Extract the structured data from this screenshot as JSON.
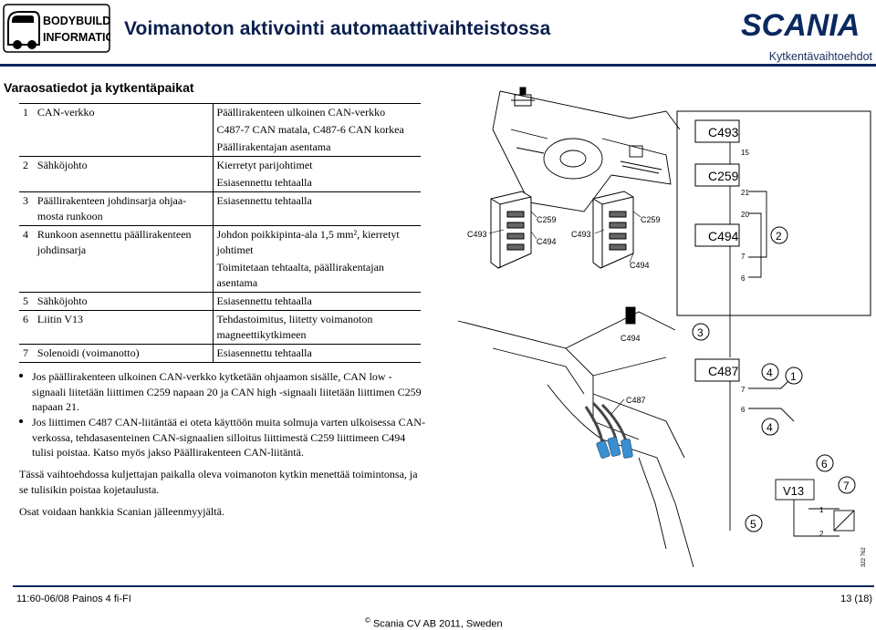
{
  "header": {
    "logo_left_text": [
      "BODYBUILDING",
      "INFORMATION"
    ],
    "title": "Voimanoton aktivointi automaattivaihteistossa",
    "logo_right_text": "SCANIA",
    "section": "Kytkentävaihtoehdot"
  },
  "section_heading": "Varaosatiedot ja kytkentäpaikat",
  "table": {
    "rows": [
      {
        "num": "1",
        "name": "CAN-verkko",
        "desc": "Päällirakenteen ulkoinen CAN-verkko"
      },
      {
        "num": "",
        "name": "",
        "desc": "C487-7 CAN matala, C487-6 CAN korkea"
      },
      {
        "num": "",
        "name": "",
        "desc": "Päällirakentajan asentama"
      },
      {
        "num": "2",
        "name": "Sähköjohto",
        "desc": "Kierretyt parijohtimet"
      },
      {
        "num": "",
        "name": "",
        "desc": "Esiasennettu tehtaalla"
      },
      {
        "num": "3",
        "name": "Päällirakenteen johdinsarja ohjaa-mosta runkoon",
        "desc": "Esiasennettu tehtaalla"
      },
      {
        "num": "4",
        "name": "Runkoon asennettu päällirakenteen johdinsarja",
        "desc": "Johdon poikkipinta-ala 1,5 mm², kierretyt johtimet"
      },
      {
        "num": "",
        "name": "",
        "desc": "Toimitetaan tehtaalta, päällirakentajan asentama"
      },
      {
        "num": "5",
        "name": "Sähköjohto",
        "desc": "Esiasennettu tehtaalla"
      },
      {
        "num": "6",
        "name": "Liitin V13",
        "desc": "Tehdastoimitus, liitetty voimanoton magneettikytkimeen"
      },
      {
        "num": "7",
        "name": "Solenoidi (voimanotto)",
        "desc": "Esiasennettu tehtaalla"
      }
    ]
  },
  "bullets": [
    "Jos päällirakenteen ulkoinen CAN-verkko kytketään ohjaamon sisälle, CAN low -signaali liitetään liittimen C259 napaan 20 ja CAN high -signaali liitetään liittimen C259 napaan 21.",
    "Jos liittimen C487 CAN-liitäntää ei oteta käyttöön muita solmuja varten ulkoisessa CAN-verkossa, tehdasasenteinen CAN-signaalien silloitus liittimestä C259 liittimeen C494 tulisi poistaa. Katso myös jakso Päällirakenteen CAN-liitäntä."
  ],
  "paragraphs": [
    "Tässä vaihtoehdossa kuljettajan paikalla oleva voimanoton kytkin menettää toimintonsa, ja se tulisikin poistaa kojetaulusta.",
    "Osat voidaan hankkia Scanian jälleenmyyjältä."
  ],
  "footer": {
    "left": "11:60-06/08 Painos 4 fi-FI",
    "right": "13 (18)",
    "copyright": "Scania CV AB 2011, Sweden"
  },
  "diagram": {
    "connectors": {
      "c493": "C493",
      "c259": "C259",
      "c494": "C494",
      "c487": "C487",
      "v13": "V13"
    },
    "pins": {
      "p15": "15",
      "p21": "21",
      "p20": "20",
      "p7": "7",
      "p6": "6",
      "c487_p7": "7",
      "c487_p6": "6",
      "v13_p1": "1",
      "v13_p2": "2"
    },
    "callouts": {
      "n1": "1",
      "n2": "2",
      "n3": "3",
      "n4a": "4",
      "n4b": "4",
      "n5": "5",
      "n6": "6",
      "n7": "7"
    },
    "part_labels": {
      "c493_a": "C493",
      "c259_a": "C259",
      "c494_a": "C494",
      "c493_b": "C493",
      "c259_b": "C259",
      "c494_b": "C494",
      "c494_c": "C494",
      "c487_a": "C487"
    },
    "ref_code": "322 762"
  }
}
